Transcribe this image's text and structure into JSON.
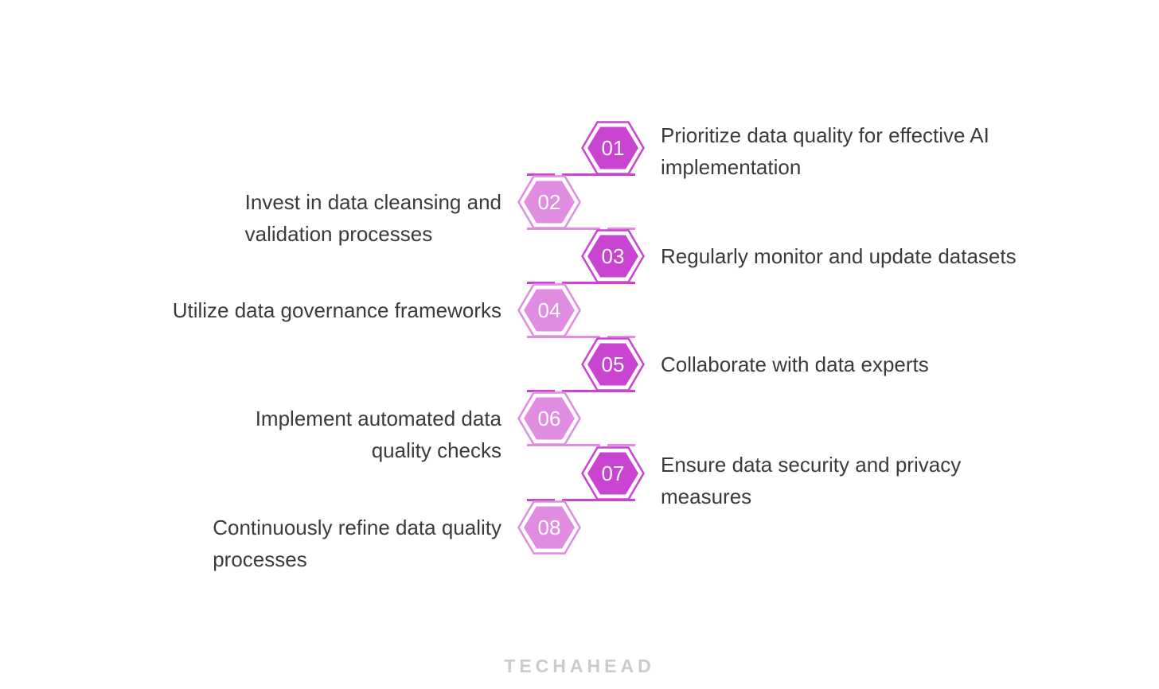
{
  "colors": {
    "accent-dark": "#c944d0",
    "accent-light": "#e08ce1",
    "label-text": "#3b3b3b",
    "number-text": "#ffffff",
    "watermark": "#cbcbcb",
    "background": "#ffffff"
  },
  "steps": [
    {
      "number": "01",
      "side": "right",
      "tone": "dark",
      "label": "Prioritize data quality for effective AI\nimplementation"
    },
    {
      "number": "02",
      "side": "left",
      "tone": "light",
      "label": "Invest in data cleansing and\nvalidation processes"
    },
    {
      "number": "03",
      "side": "right",
      "tone": "dark",
      "label": "Regularly monitor and update datasets"
    },
    {
      "number": "04",
      "side": "left",
      "tone": "light",
      "label": "Utilize data governance frameworks"
    },
    {
      "number": "05",
      "side": "right",
      "tone": "dark",
      "label": "Collaborate with data experts"
    },
    {
      "number": "06",
      "side": "left",
      "tone": "light",
      "label": "Implement automated data\nquality checks"
    },
    {
      "number": "07",
      "side": "right",
      "tone": "dark",
      "label": "Ensure data security and privacy\nmeasures"
    },
    {
      "number": "08",
      "side": "left",
      "tone": "light",
      "label": "Continuously refine data quality\nprocesses"
    }
  ],
  "watermark": {
    "text": "TECHAHEAD"
  }
}
